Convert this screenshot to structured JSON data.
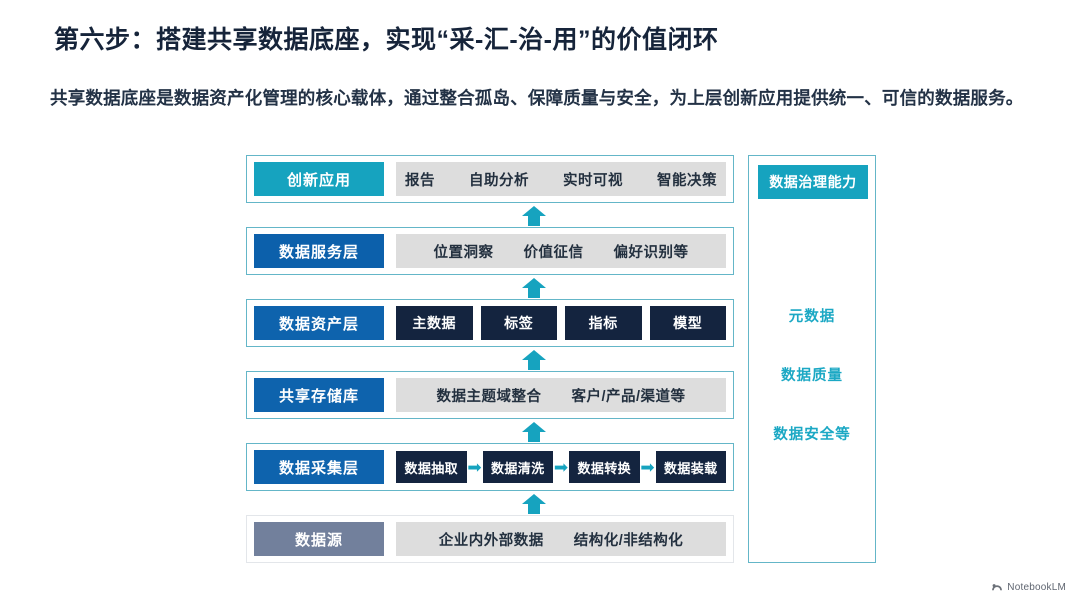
{
  "header": {
    "title": "第六步：搭建共享数据底座，实现“采-汇-治-用”的价值闭环",
    "subtitle": "共享数据底座是数据资产化管理的核心载体，通过整合孤岛、保障质量与安全，为上层创新应用提供统一、可信的数据服务。"
  },
  "colors": {
    "teal": "#16a3bf",
    "blue": "#0c60ab",
    "navy": "#14243f",
    "gray_blue": "#72809c",
    "band_gray": "#dddddd",
    "border_teal": "#64b6c8"
  },
  "diagram": {
    "layers": [
      {
        "tag": "创新应用",
        "tag_style": "teal",
        "content_type": "band",
        "items": [
          "报告",
          "自助分析",
          "实时可视",
          "智能决策"
        ]
      },
      {
        "tag": "数据服务层",
        "tag_style": "blue",
        "content_type": "band",
        "items": [
          "位置洞察",
          "价值征信",
          "偏好识别等"
        ]
      },
      {
        "tag": "数据资产层",
        "tag_style": "blue",
        "content_type": "chips",
        "items": [
          "主数据",
          "标签",
          "指标",
          "模型"
        ]
      },
      {
        "tag": "共享存储库",
        "tag_style": "blue",
        "content_type": "band",
        "items": [
          "数据主题域整合",
          "客户/产品/渠道等"
        ]
      },
      {
        "tag": "数据采集层",
        "tag_style": "blue",
        "content_type": "etl",
        "items": [
          "数据抽取",
          "数据清洗",
          "数据转换",
          "数据装载"
        ],
        "arrow_glyph": "➡"
      },
      {
        "tag": "数据源",
        "tag_style": "gray",
        "content_type": "band",
        "items": [
          "企业内外部数据",
          "结构化/非结构化"
        ]
      }
    ],
    "flow_arrows": 5,
    "governance": {
      "header": "数据治理能力",
      "items": [
        "元数据",
        "数据质量",
        "数据安全等"
      ]
    }
  },
  "watermark": {
    "label": "NotebookLM"
  }
}
